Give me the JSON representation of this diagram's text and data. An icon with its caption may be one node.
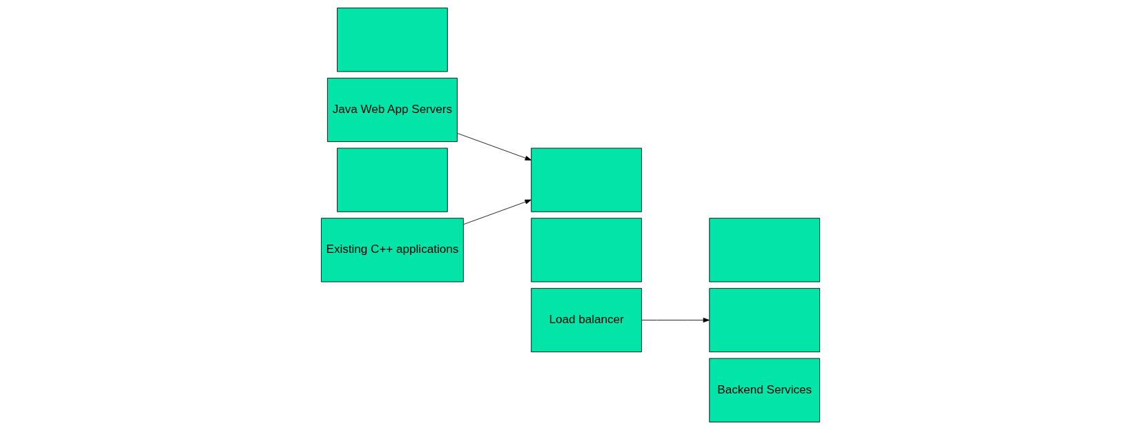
{
  "diagram": {
    "nodes": [
      {
        "text": [],
        "shape": "box"
      },
      {
        "text": [
          "Java Web App Servers"
        ]
      },
      {
        "text": [],
        "shape": "box"
      },
      {
        "text": [
          "Existing C++ applications"
        ]
      },
      {
        "text": [],
        "shape": "box"
      },
      {
        "text": [],
        "shape": "box"
      },
      {
        "text": [
          "Load balancer"
        ]
      },
      {
        "text": [],
        "shape": "box"
      },
      {
        "text": [],
        "shape": "box"
      },
      {
        "text": [
          "Backend Services"
        ]
      }
    ],
    "edges": [
      {
        "from": 1,
        "to": 4,
        "arrow": "to"
      },
      {
        "from": 3,
        "to": 4,
        "arrow": "to"
      },
      {
        "from": 6,
        "to": 8,
        "arrow": "to"
      }
    ]
  }
}
